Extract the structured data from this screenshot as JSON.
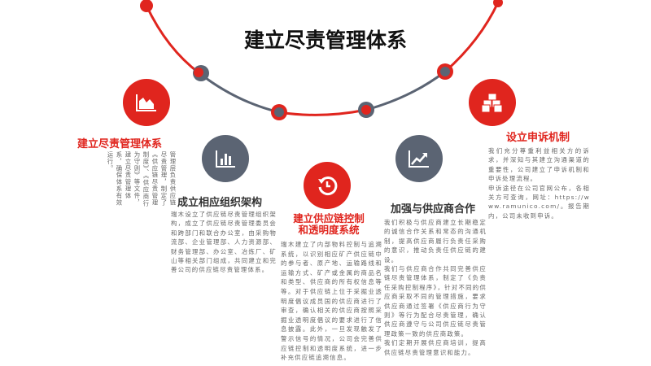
{
  "title": "建立尽责管理体系",
  "colors": {
    "accent": "#e0251e",
    "grey": "#5b6473"
  },
  "items": [
    {
      "heading": "建立尽责管理体系",
      "icon": "area-chart-icon",
      "body": "管理层负责供应链尽责管理，制定了《供应链尽责管理制度》、《供应商行为守则》等文件，建立尽责管理体系，确保体系有效运行。"
    },
    {
      "heading": "成立相应组织架构",
      "icon": "bar-chart-icon",
      "body": "瑞木设立了供应链尽责管理组织架构，成立了供应链尽责管理委员会和跨部门和联合办公室，由采购物流部、企业管理部、人力资源部、财务管理部、办公室、冶炼厂、矿山等相关部门组成，共同建立和完善公司的供应链尽责管理体系。"
    },
    {
      "heading_line1": "建立供应链控制",
      "heading_line2": "和透明度系统",
      "icon": "history-icon",
      "body": "瑞木建立了内部物料控制与追溯系统，以识别相应矿产供应链中的参与者、原产地、运输路线和运输方式、矿产或金属的商品名和类型、供应商的所有权信息等等。对于供应链上位于采掘业透明度倡议成员国的供应商进行了审查，确认相关的供应商按照采掘业透明度倡议的要求进行了信息披露。此外，一旦发现触发了警示信号的情况，公司会完善供应链控制和透明度系统，进一步补充供应链追溯信息。"
    },
    {
      "heading": "加强与供应商合作",
      "icon": "trend-up-icon",
      "body": "我们积极与供应商建立长期稳定的诚信合作关系和常态的沟通机制，提高供应商履行负责任采购的意识，推动负责任供应链的建设。\n我们与供应商合作共同完善供应链尽责管理体系，制定了《负责任采购控制程序》，针对不同的供应商采取不同的管理措施，要求供应商通过签署《供应商行为守则》等行为配合尽责管理，确认供应商遵守与公司供应链尽责管理政策一致的供应商政策。\n我们定期开展供应商培训，提高供应链尽责管理意识和能力。"
    },
    {
      "heading": "设立申诉机制",
      "icon": "cubes-icon",
      "body": "我们充分尊重利益相关方的诉求，并深知与其建立沟通渠道的重要性，公司建立了申诉机制和申诉处理流程。\n申诉途径在公司官网公布，各相关方可查询，网址：https://www.ramunico.com/。报告期内，公司未收到申诉。"
    }
  ]
}
